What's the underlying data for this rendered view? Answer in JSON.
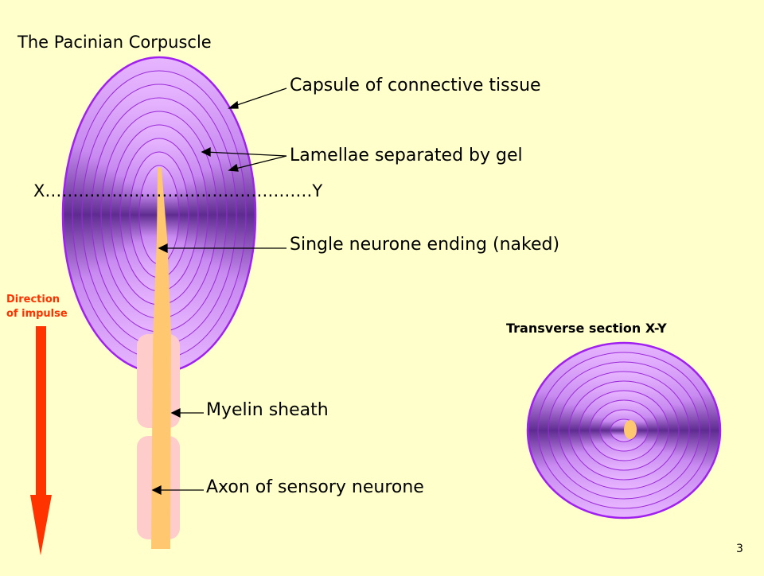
{
  "title": "The Pacinian Corpuscle",
  "labels": {
    "capsule": "Capsule of connective tissue",
    "lamellae": "Lamellae separated by gel",
    "xy_line": "X…………………………………………Y",
    "neurone_ending": "Single neurone ending (naked)",
    "myelin": "Myelin sheath",
    "axon": "Axon of sensory neurone",
    "direction_line1": "Direction",
    "direction_line2": "of impulse",
    "transverse": "Transverse section X-Y"
  },
  "page_number": "3",
  "colors": {
    "background": "#ffffcc",
    "lamella_light": "#e0a8ff",
    "lamella_dark": "#5a2a8a",
    "lamella_stroke": "#a020f0",
    "nerve": "#ffc870",
    "myelin": "#ffcccc",
    "arrow": "#ff3300"
  }
}
